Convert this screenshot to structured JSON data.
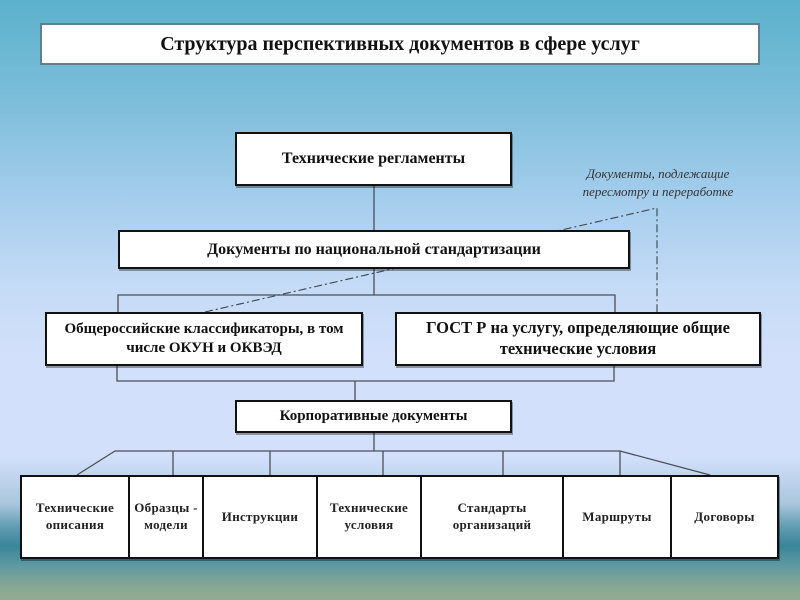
{
  "title": "Структура перспективных документов в сфере услуг",
  "nodes": {
    "technical_regulations": "Технические регламенты",
    "national_standardization": "Документы по национальной стандартизации",
    "classifiers": "Общероссийские классификаторы, в том числе ОКУН и ОКВЭД",
    "gost_r": "ГОСТ Р на услугу, определяющие общие технические условия",
    "corporate_documents": "Корпоративные документы"
  },
  "annotation": {
    "line1": "Документы, подлежащие",
    "line2": "пересмотру и переработке"
  },
  "corporate_items": [
    {
      "label": "Технические описания"
    },
    {
      "label": "Образцы - модели"
    },
    {
      "label": "Инструкции"
    },
    {
      "label": "Технические условия"
    },
    {
      "label": "Стандарты организаций"
    },
    {
      "label": "Маршруты"
    },
    {
      "label": "Договоры"
    }
  ],
  "colors": {
    "line": "#4a4f5a",
    "dash": "#3d4450",
    "box_border": "#111111"
  }
}
